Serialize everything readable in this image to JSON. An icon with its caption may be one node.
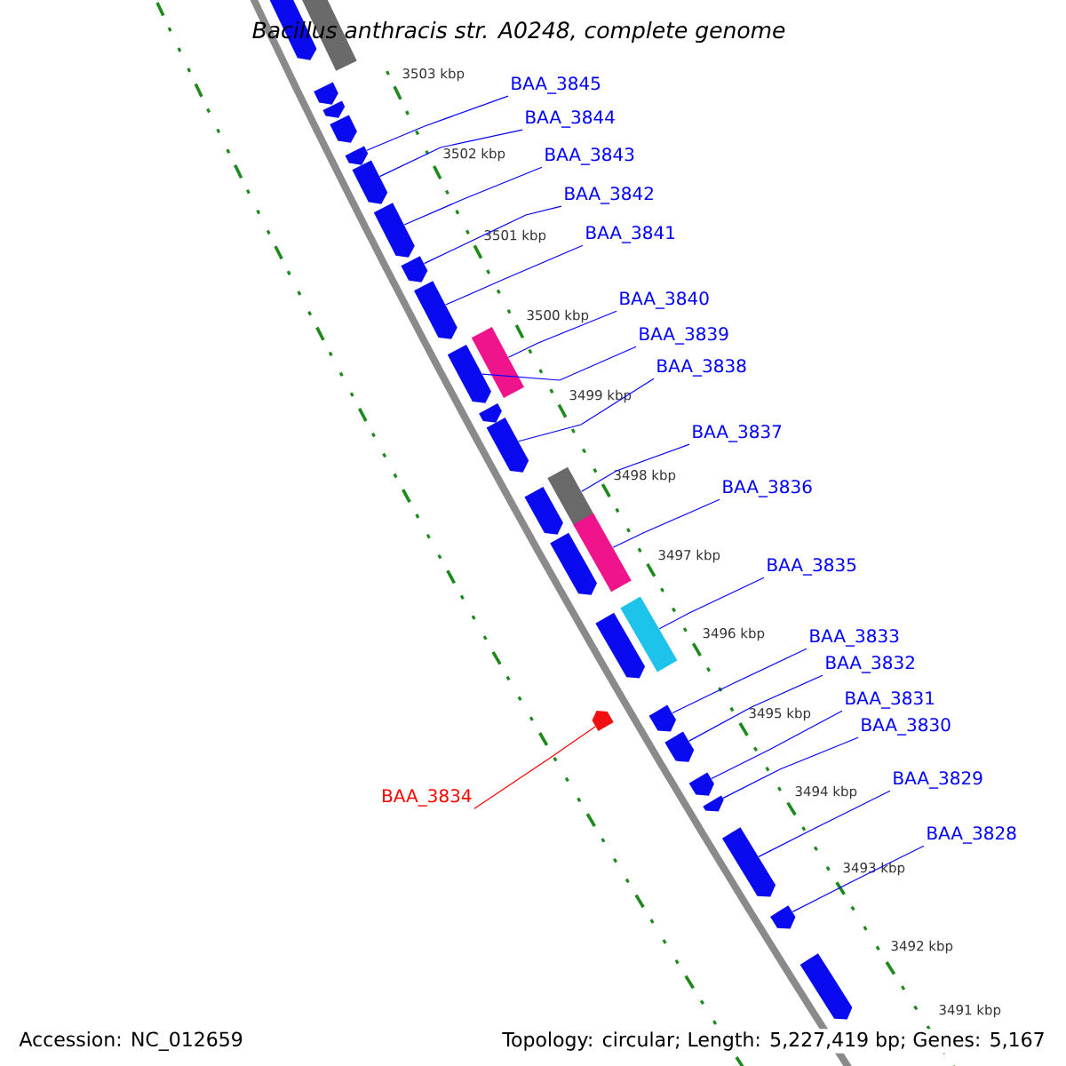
{
  "diagram": {
    "title": "Bacillus anthracis str. A0248, complete genome",
    "nodes": [
      {
        "text": [
          "BAA_3845"
        ]
      },
      {
        "text": [
          "BAA_3844"
        ]
      },
      {
        "text": [
          "BAA_3843"
        ]
      },
      {
        "text": [
          "BAA_3842"
        ]
      },
      {
        "text": [
          "BAA_3841"
        ]
      },
      {
        "text": [
          "BAA_3840"
        ]
      },
      {
        "text": [
          "BAA_3839"
        ]
      },
      {
        "text": [
          "BAA_3838"
        ]
      },
      {
        "text": [
          "BAA_3837"
        ]
      },
      {
        "text": [
          "BAA_3836"
        ]
      },
      {
        "text": [
          "BAA_3835"
        ]
      },
      {
        "text": [
          "BAA_3833"
        ]
      },
      {
        "text": [
          "BAA_3832"
        ]
      },
      {
        "text": [
          "BAA_3831"
        ]
      },
      {
        "text": [
          "BAA_3830"
        ]
      },
      {
        "text": [
          "BAA_3829"
        ]
      },
      {
        "text": [
          "BAA_3834"
        ]
      },
      {
        "text": [
          "BAA_3828"
        ]
      },
      {
        "text": [],
        "shape": "box"
      },
      {
        "text": [],
        "shape": "pentagon"
      },
      {
        "text": [],
        "shape": "pentagon"
      },
      {
        "text": [],
        "shape": "pentagon"
      },
      {
        "text": [],
        "shape": "pentagon"
      },
      {
        "text": [],
        "shape": "pentagon"
      },
      {
        "text": [],
        "shape": "pentagon"
      },
      {
        "text": [],
        "shape": "pentagon"
      },
      {
        "text": [],
        "shape": "pentagon"
      },
      {
        "text": [],
        "shape": "pentagon"
      },
      {
        "text": [],
        "shape": "box"
      },
      {
        "text": [],
        "shape": "pentagon"
      },
      {
        "text": [],
        "shape": "pentagon"
      },
      {
        "text": [],
        "shape": "pentagon"
      },
      {
        "text": [],
        "shape": "box"
      },
      {
        "text": [],
        "shape": "pentagon"
      },
      {
        "text": [],
        "shape": "box"
      },
      {
        "text": [],
        "shape": "pentagon"
      },
      {
        "text": [],
        "shape": "box"
      },
      {
        "text": [],
        "shape": "pentagon"
      },
      {
        "text": [],
        "shape": "pentagon"
      },
      {
        "text": [],
        "shape": "pentagon"
      },
      {
        "text": [],
        "shape": "pentagon"
      },
      {
        "text": [],
        "shape": "pentagon"
      },
      {
        "text": [],
        "shape": "pentagon"
      },
      {
        "text": [],
        "shape": "pentagon"
      },
      {
        "text": [],
        "shape": "pentagon"
      },
      {
        "text": [],
        "shape": "pentagon"
      }
    ],
    "edges": [
      {
        "from": 0,
        "to": 23,
        "arrow": "none"
      },
      {
        "from": 1,
        "to": 24,
        "arrow": "none"
      },
      {
        "from": 2,
        "to": 25,
        "arrow": "none"
      },
      {
        "from": 3,
        "to": 26,
        "arrow": "none"
      },
      {
        "from": 4,
        "to": 27,
        "arrow": "none"
      },
      {
        "from": 5,
        "to": 28,
        "arrow": "none"
      },
      {
        "from": 6,
        "to": 29,
        "arrow": "none"
      },
      {
        "from": 7,
        "to": 31,
        "arrow": "none"
      },
      {
        "from": 8,
        "to": 32,
        "arrow": "none"
      },
      {
        "from": 9,
        "to": 34,
        "arrow": "none"
      },
      {
        "from": 10,
        "to": 36,
        "arrow": "none"
      },
      {
        "from": 11,
        "to": 38,
        "arrow": "none"
      },
      {
        "from": 12,
        "to": 40,
        "arrow": "none"
      },
      {
        "from": 13,
        "to": 41,
        "arrow": "none"
      },
      {
        "from": 14,
        "to": 42,
        "arrow": "none"
      },
      {
        "from": 15,
        "to": 43,
        "arrow": "none"
      },
      {
        "from": 16,
        "to": 39,
        "arrow": "none",
        "color": "#ff0000"
      },
      {
        "from": 17,
        "to": 44,
        "arrow": "none"
      }
    ],
    "labels": [
      "3503 kbp",
      "3502 kbp",
      "3501 kbp",
      "3500 kbp",
      "3499 kbp",
      "3498 kbp",
      "3497 kbp",
      "3496 kbp",
      "3495 kbp",
      "3494 kbp",
      "3493 kbp",
      "3492 kbp",
      "3491 kbp",
      "Accession: NC_012659",
      "Topology: circular; Length: 5,227,419 bp; Genes: 5,167"
    ]
  }
}
